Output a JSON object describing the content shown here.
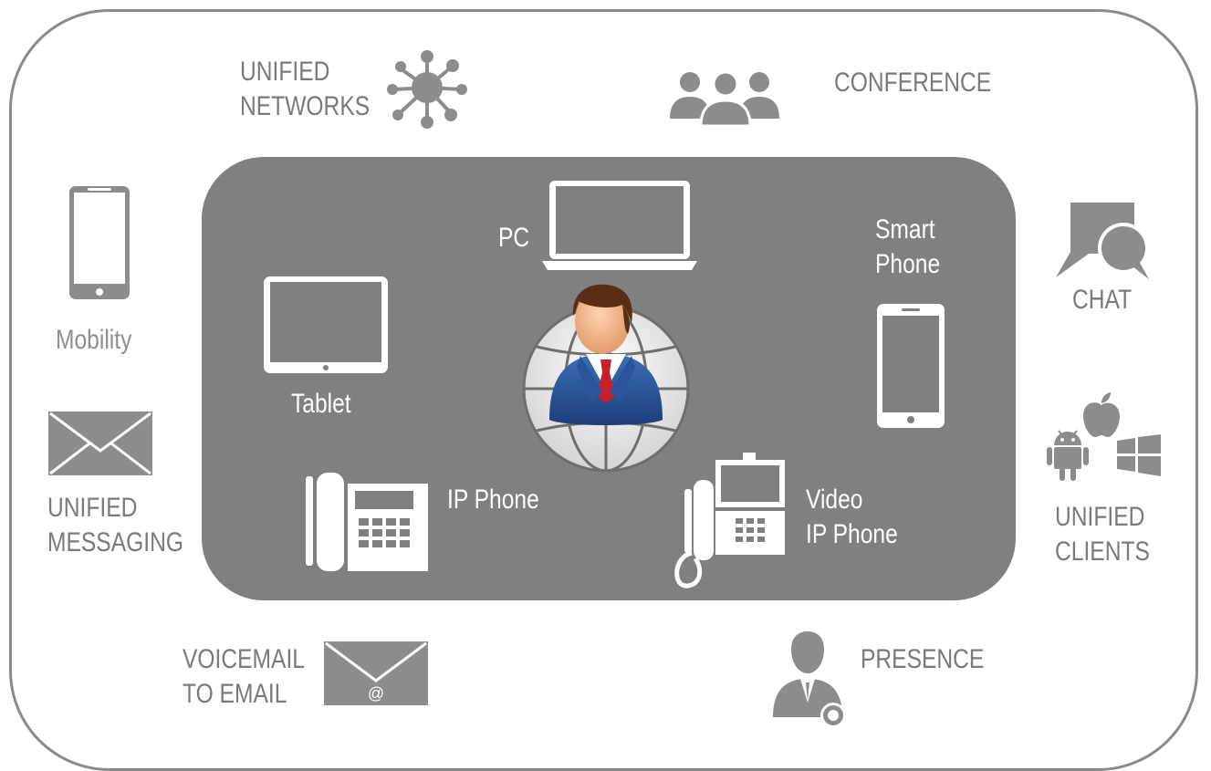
{
  "outer_labels": {
    "unified_networks": "UNIFIED\nNETWORKS",
    "conference": "CONFERENCE",
    "mobility": "Mobility",
    "chat": "CHAT",
    "unified_messaging": "UNIFIED\nMESSAGING",
    "unified_clients": "UNIFIED\nCLIENTS",
    "voicemail_to_email": "VOICEMAIL\nTO EMAIL",
    "presence": "PRESENCE"
  },
  "device_labels": {
    "pc": "PC",
    "smart_phone": "Smart\nPhone",
    "tablet": "Tablet",
    "ip_phone": "IP Phone",
    "video_ip_phone": "Video\nIP Phone"
  },
  "email_at_symbol": "@",
  "colors": {
    "outer_border": "#8a8a8a",
    "inner_panel": "#808080",
    "icon_gray": "#8c8c8c",
    "device_white": "#ffffff"
  },
  "icons": [
    "network-icon",
    "conference-icon",
    "mobile-phone-icon",
    "chat-icon",
    "envelope-icon",
    "android-icon",
    "apple-icon",
    "windows-icon",
    "voicemail-email-icon",
    "presence-user-icon",
    "laptop-icon",
    "tablet-icon",
    "smartphone-icon",
    "ip-phone-icon",
    "video-phone-icon",
    "user-globe-icon"
  ]
}
